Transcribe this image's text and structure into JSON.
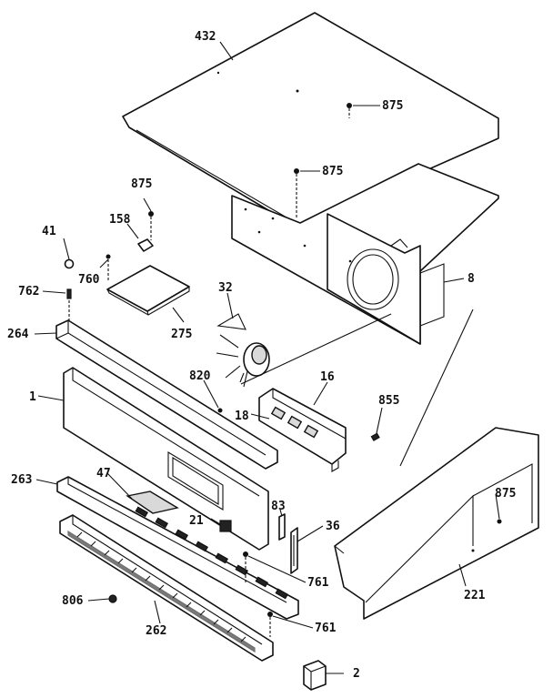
{
  "callouts": [
    {
      "id": "c432",
      "text": "432"
    },
    {
      "id": "c875a",
      "text": "875"
    },
    {
      "id": "c875b",
      "text": "875"
    },
    {
      "id": "c875c",
      "text": "875"
    },
    {
      "id": "c158",
      "text": "158"
    },
    {
      "id": "c41",
      "text": "41"
    },
    {
      "id": "c760",
      "text": "760"
    },
    {
      "id": "c762",
      "text": "762"
    },
    {
      "id": "c275",
      "text": "275"
    },
    {
      "id": "c32",
      "text": "32"
    },
    {
      "id": "c264",
      "text": "264"
    },
    {
      "id": "c8",
      "text": "8"
    },
    {
      "id": "c820",
      "text": "820"
    },
    {
      "id": "c16",
      "text": "16"
    },
    {
      "id": "c855",
      "text": "855"
    },
    {
      "id": "c1",
      "text": "1"
    },
    {
      "id": "c18",
      "text": "18"
    },
    {
      "id": "c263",
      "text": "263"
    },
    {
      "id": "c47",
      "text": "47"
    },
    {
      "id": "c875d",
      "text": "875"
    },
    {
      "id": "c83",
      "text": "83"
    },
    {
      "id": "c21",
      "text": "21"
    },
    {
      "id": "c36",
      "text": "36"
    },
    {
      "id": "c761a",
      "text": "761"
    },
    {
      "id": "c221",
      "text": "221"
    },
    {
      "id": "c806",
      "text": "806"
    },
    {
      "id": "c262",
      "text": "262"
    },
    {
      "id": "c761b",
      "text": "761"
    },
    {
      "id": "c2",
      "text": "2"
    }
  ]
}
